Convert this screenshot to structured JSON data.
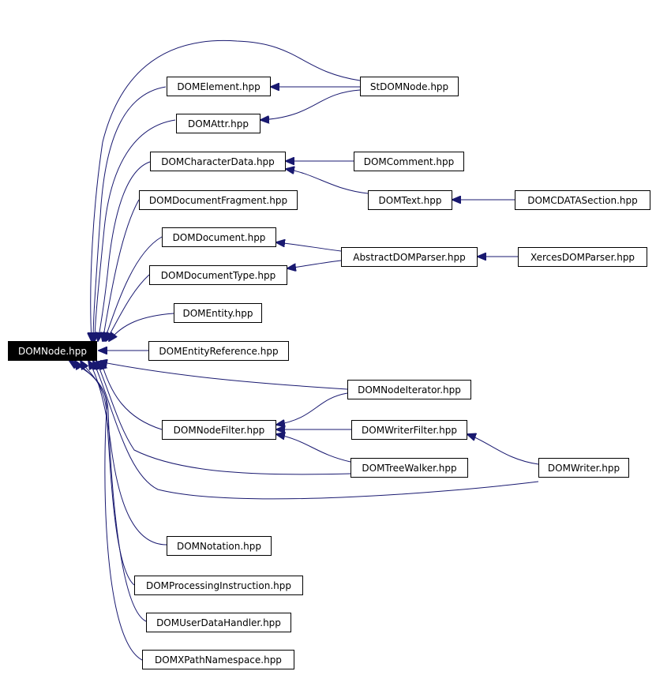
{
  "diagram": {
    "colors": {
      "edge": "#191970",
      "root_fill": "#000000",
      "root_text": "#ffffff",
      "node_border": "#000000"
    },
    "nodes": {
      "dom_node": "DOMNode.hpp",
      "dom_element": "DOMElement.hpp",
      "dom_attr": "DOMAttr.hpp",
      "st_dom_node": "StDOMNode.hpp",
      "dom_character_data": "DOMCharacterData.hpp",
      "dom_comment": "DOMComment.hpp",
      "dom_text": "DOMText.hpp",
      "dom_cdata_section": "DOMCDATASection.hpp",
      "dom_document_fragment": "DOMDocumentFragment.hpp",
      "dom_document": "DOMDocument.hpp",
      "dom_document_type": "DOMDocumentType.hpp",
      "abstract_dom_parser": "AbstractDOMParser.hpp",
      "xerces_dom_parser": "XercesDOMParser.hpp",
      "dom_entity": "DOMEntity.hpp",
      "dom_entity_reference": "DOMEntityReference.hpp",
      "dom_node_iterator": "DOMNodeIterator.hpp",
      "dom_node_filter": "DOMNodeFilter.hpp",
      "dom_writer_filter": "DOMWriterFilter.hpp",
      "dom_tree_walker": "DOMTreeWalker.hpp",
      "dom_writer": "DOMWriter.hpp",
      "dom_notation": "DOMNotation.hpp",
      "dom_processing_instruction": "DOMProcessingInstruction.hpp",
      "dom_user_data_handler": "DOMUserDataHandler.hpp",
      "dom_xpath_namespace": "DOMXPathNamespace.hpp"
    }
  }
}
